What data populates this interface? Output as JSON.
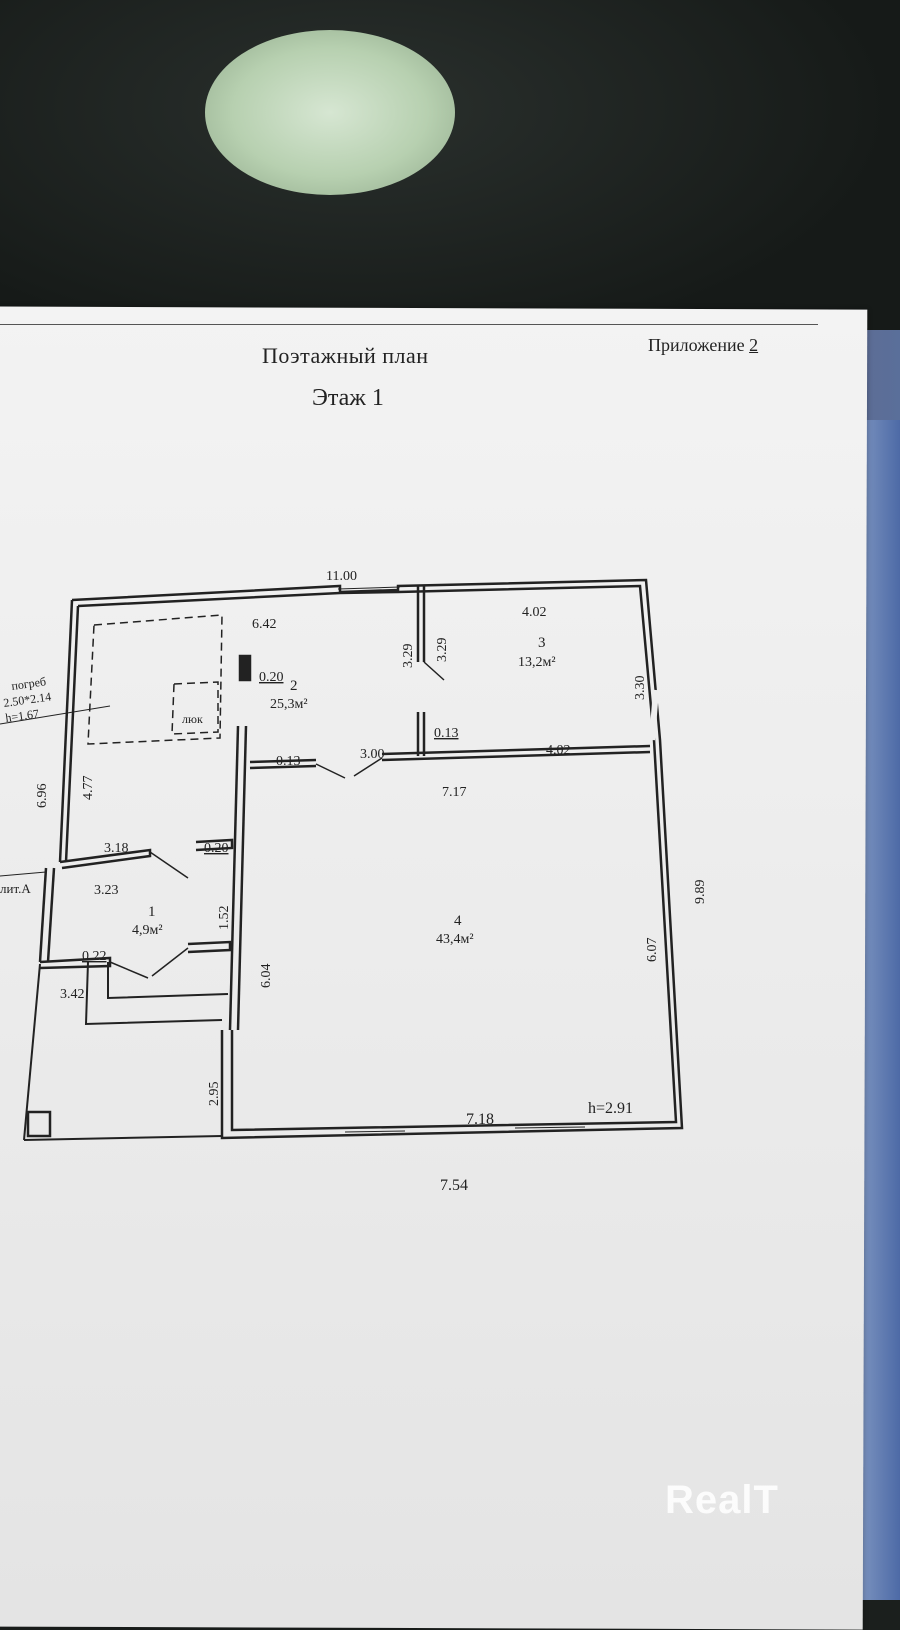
{
  "header": {
    "title": "Поэтажный план",
    "floor": "Этаж 1",
    "appendix_prefix": "Приложение",
    "appendix_number": "2"
  },
  "rooms": {
    "r1": {
      "number": "1",
      "area": "4,9м²"
    },
    "r2": {
      "number": "2",
      "area": "25,3м²"
    },
    "r3": {
      "number": "3",
      "area": "13,2м²"
    },
    "r4": {
      "number": "4",
      "area": "43,4м²"
    }
  },
  "labels": {
    "hatch": "люк",
    "cellar_name": "погреб",
    "cellar_size": "2.50*2.14",
    "cellar_height": "h=1.67",
    "lit": "лит.А",
    "ceiling_height": "h=2.91"
  },
  "dimensions": {
    "d_11_00": "11.00",
    "d_6_42": "6.42",
    "d_4_02_top": "4.02",
    "d_3_29_a": "3.29",
    "d_3_29_b": "3.29",
    "d_0_20_a": "0.20",
    "d_3_30": "3.30",
    "d_0_13_a": "0.13",
    "d_0_13_b": "0.13",
    "d_3_00": "3.00",
    "d_4_02_mid": "4.02",
    "d_7_17": "7.17",
    "d_6_96": "6.96",
    "d_4_77": "4.77",
    "d_3_18": "3.18",
    "d_0_20_b": "0.20",
    "d_3_23": "3.23",
    "d_1_52": "1.52",
    "d_9_89": "9.89",
    "d_0_22": "0.22",
    "d_3_42": "3.42",
    "d_6_04": "6.04",
    "d_6_07": "6.07",
    "d_2_95": "2.95",
    "d_7_18": "7.18",
    "d_7_54": "7.54"
  },
  "watermark": "RealT",
  "colors": {
    "paper": "#efefef",
    "ink": "#222222",
    "background": "#1b1f1d"
  }
}
